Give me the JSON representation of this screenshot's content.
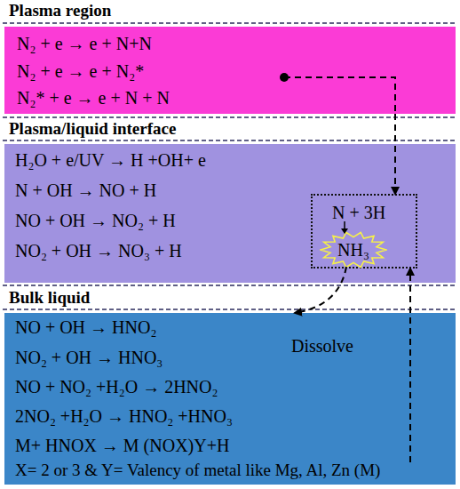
{
  "diagram": {
    "nodes": [
      {
        "text": [
          "Plasma region",
          "N₂ + e → e + N+N",
          "N₂ + e → e + N₂*",
          "N₂* + e → e + N + N"
        ]
      },
      {
        "text": [
          "Plasma/liquid interface",
          "H₂O + e/UV → H +OH+ e",
          "N + OH → NO + H",
          "NO + OH → NO₂ + H",
          "NO₂ + OH → NO₃ + H"
        ]
      },
      {
        "text": [
          "N + 3H"
        ],
        "in": 1
      },
      {
        "text": [
          "NH₃"
        ],
        "in": 2
      },
      {
        "text": [
          "Bulk liquid",
          "NO + OH → HNO₂",
          "NO₂ + OH → HNO₃",
          "NO + NO₂ +H₂O → 2HNO₂",
          "2NO₂ +H₂O → HNO₂ +HNO₃",
          "M+ HNOX → M (NOX)Y+H",
          "X= 2 or 3 & Y= Valency of metal like Mg, Al, Zn (M)"
        ]
      }
    ],
    "edges": [
      {
        "from": 0,
        "to": 2,
        "arrow": "to"
      },
      {
        "from": 3,
        "to": 4,
        "label": "Dissolve",
        "arrow": "to"
      },
      {
        "from": 4,
        "to": 2,
        "arrow": "to"
      }
    ]
  }
}
